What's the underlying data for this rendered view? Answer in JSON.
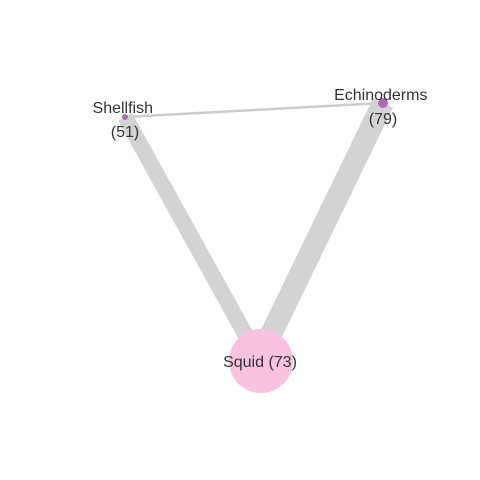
{
  "nodes": [
    {
      "id": "shellfish",
      "label_line1": "Shellfish",
      "label_line2": "(51)",
      "value": 51,
      "color": "#b366b8"
    },
    {
      "id": "echinoderms",
      "label_line1": "Echinoderms",
      "label_line2": "(79)",
      "value": 79,
      "color": "#b366b8"
    },
    {
      "id": "squid",
      "label_line1": "Squid (73)",
      "value": 73,
      "color": "#f9c2e0"
    }
  ],
  "edges": [
    {
      "source": "shellfish",
      "target": "echinoderms",
      "weight": 1
    },
    {
      "source": "shellfish",
      "target": "squid",
      "weight": 7
    },
    {
      "source": "echinoderms",
      "target": "squid",
      "weight": 9
    }
  ],
  "colors": {
    "edge": "#cccccc",
    "label": "#333333"
  }
}
